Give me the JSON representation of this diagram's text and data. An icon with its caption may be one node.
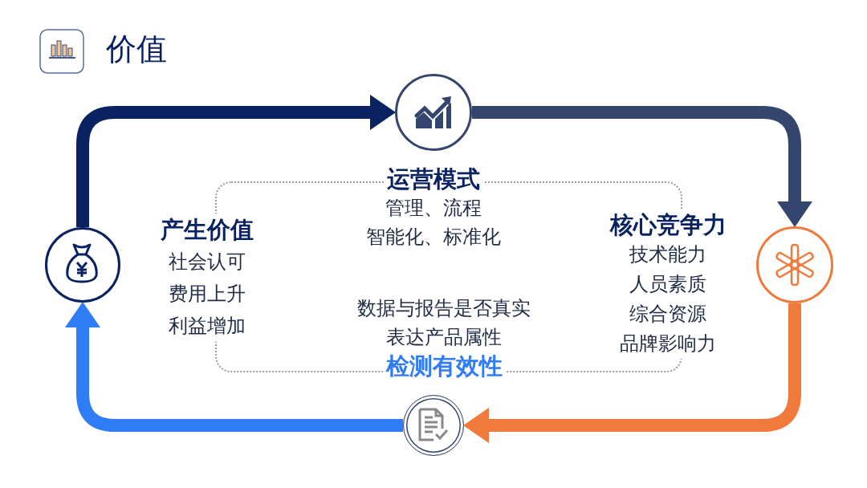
{
  "diagram": {
    "title": "价值",
    "nodes": [
      {
        "text": [],
        "shape": "circle"
      },
      {
        "text": [
          "运营模式",
          "管理、流程",
          "智能化、标准化"
        ]
      },
      {
        "text": [
          "产生价值",
          "社会认可",
          "费用上升",
          "利益增加"
        ]
      },
      {
        "text": [
          "核心竞争力",
          "技术能力",
          "人员素质",
          "综合资源",
          "品牌影响力"
        ]
      },
      {
        "text": [],
        "shape": "circle"
      },
      {
        "text": [],
        "shape": "circle"
      },
      {
        "text": [
          "数据与报告是否真实",
          "表达产品属性",
          "检测有效性"
        ]
      },
      {
        "text": [],
        "shape": "circle"
      }
    ],
    "edges": [
      {
        "from": 4,
        "to": 0,
        "arrow": "to",
        "color": "#0b2262"
      },
      {
        "from": 0,
        "to": 5,
        "arrow": "to",
        "color": "#34466e"
      },
      {
        "from": 5,
        "to": 7,
        "arrow": "to",
        "color": "#ef7a3b"
      },
      {
        "from": 7,
        "to": 4,
        "arrow": "to",
        "color": "#2f7cf6"
      }
    ]
  }
}
